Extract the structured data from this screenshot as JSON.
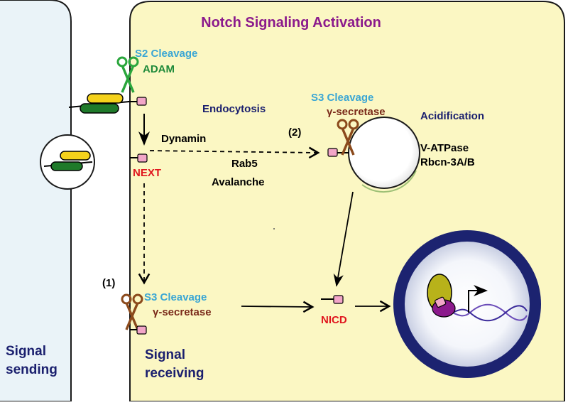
{
  "title": "Notch Signaling Activation",
  "sending_cell_label_line1": "Signal",
  "sending_cell_label_line2": "sending",
  "receiving_cell_label_line1": "Signal",
  "receiving_cell_label_line2": "receiving",
  "s2": {
    "heading": "S2 Cleavage",
    "enzyme": "ADAM"
  },
  "next_label": "NEXT",
  "endocytosis_label": "Endocytosis",
  "dynamin_label": "Dynamin",
  "rab5_label": "Rab5",
  "avalanche_label": "Avalanche",
  "route2_marker": "(2)",
  "route1_marker": "(1)",
  "s3_endosome": {
    "heading": "S3 Cleavage",
    "enzyme": "γ-secretase"
  },
  "s3_membrane": {
    "heading": "S3 Cleavage",
    "enzyme": "γ-secretase"
  },
  "acidification_label": "Acidification",
  "vatpase_label": "V-ATPase",
  "rbcn_label": "Rbcn-3A/B",
  "nicd_label": "NICD",
  "colors": {
    "sending_cell_fill": "#eaf3f8",
    "receiving_cell_fill": "#fbf7c3",
    "title": "#8b1a8c",
    "cleavage_heading": "#3aa6d4",
    "adam": "#1f8a3a",
    "gamma_secretase": "#7a2a1a",
    "red_label": "#e0161e",
    "navy": "#1a1f6e",
    "notch_tag": "#f2a6c8",
    "ligand_yellow": "#f5d21b",
    "ligand_green": "#1f7a2a",
    "nucleus_ring": "#1c2370",
    "scissors_brown": "#8b4a1c",
    "scissors_green": "#2aa63c"
  },
  "icons": [
    "scissors-icon",
    "endosome-vesicle",
    "nucleus",
    "dna-helix",
    "transcription-arrow"
  ]
}
